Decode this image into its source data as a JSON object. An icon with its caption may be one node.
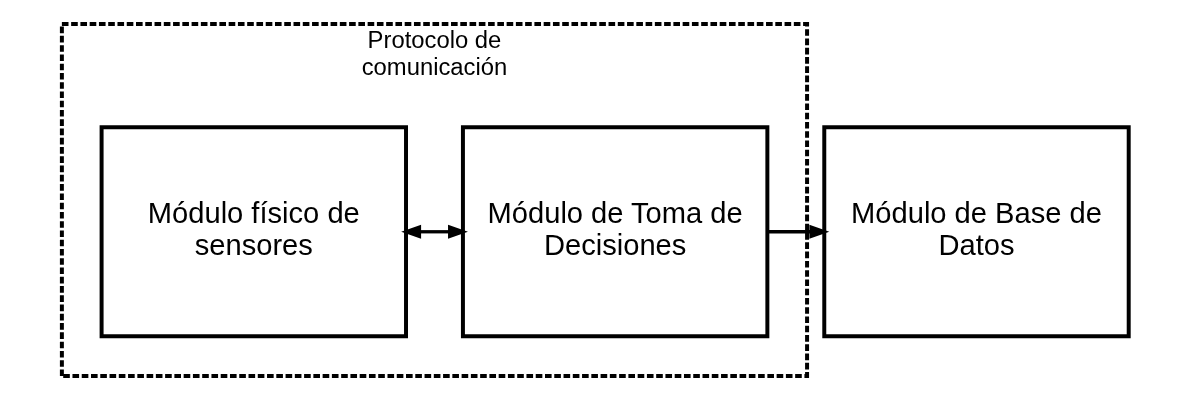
{
  "diagram": {
    "nodes": [
      {
        "text": [
          "Protocolo de comunicación"
        ]
      },
      {
        "text": [
          "Módulo físico de sensores"
        ],
        "in": 0
      },
      {
        "text": [
          "Módulo de Toma de Decisiones"
        ],
        "in": 0
      },
      {
        "text": [
          "Módulo de Base de Datos"
        ]
      }
    ],
    "edges": [
      {
        "from": 1,
        "to": 2,
        "arrow": "both"
      },
      {
        "from": 2,
        "to": 3,
        "arrow": "to"
      }
    ]
  }
}
